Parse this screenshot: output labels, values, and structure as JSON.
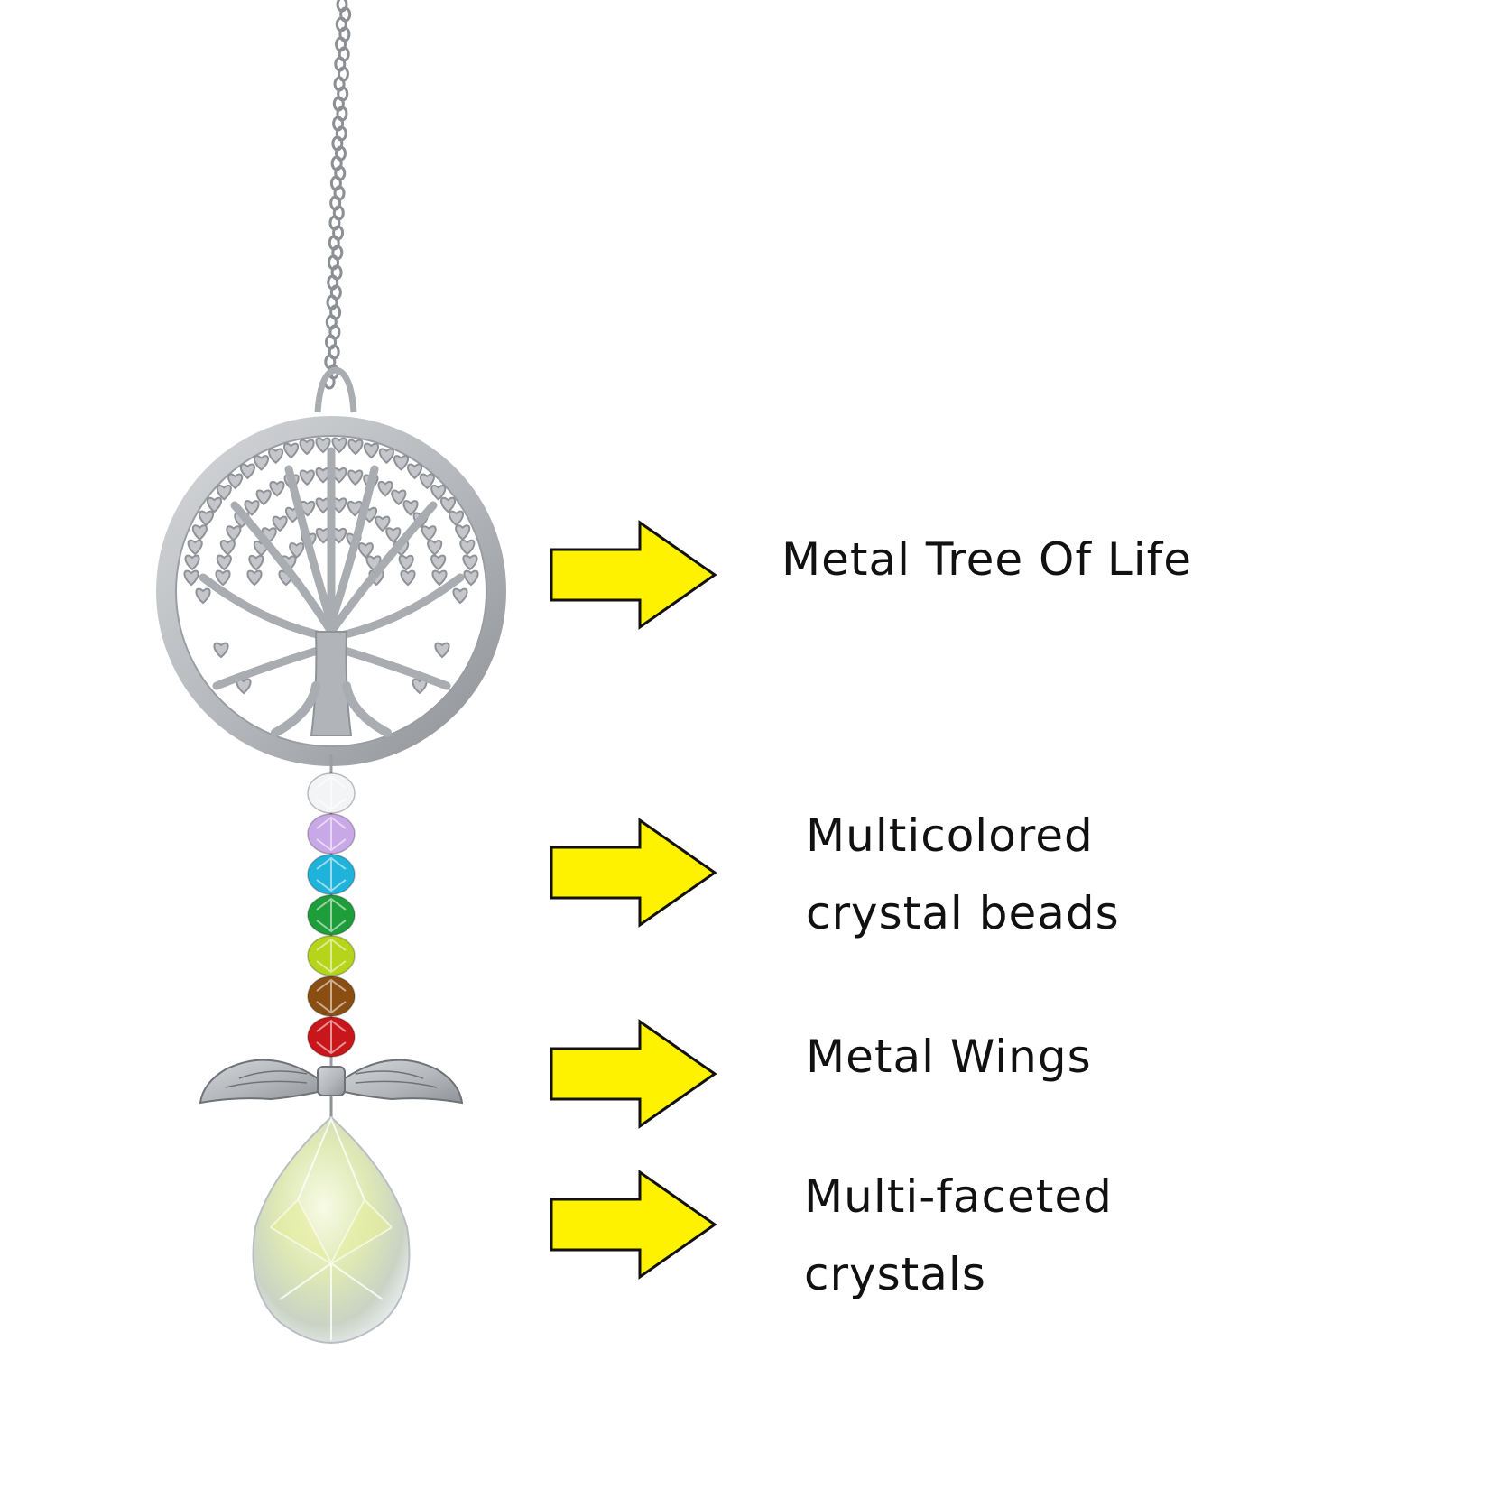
{
  "colors": {
    "arrow_fill": "#fff200",
    "arrow_stroke": "#111111",
    "metal": "#b7b9bd",
    "metal_dark": "#8c8f94",
    "text": "#111111",
    "background": "#ffffff"
  },
  "beads": [
    {
      "name": "clear",
      "color": "#f2f4f6"
    },
    {
      "name": "lavender",
      "color": "#c9a8e8"
    },
    {
      "name": "aqua",
      "color": "#1fb3dc"
    },
    {
      "name": "green",
      "color": "#1e9e3a"
    },
    {
      "name": "lime",
      "color": "#b6d41a"
    },
    {
      "name": "amber",
      "color": "#8a4e13"
    },
    {
      "name": "red",
      "color": "#c8161b"
    }
  ],
  "callouts": [
    {
      "lines": [
        "Metal Tree Of Life"
      ]
    },
    {
      "lines": [
        "Multicolored",
        "crystal beads"
      ]
    },
    {
      "lines": [
        "Metal Wings"
      ]
    },
    {
      "lines": [
        "Multi-faceted",
        "crystals"
      ]
    }
  ]
}
